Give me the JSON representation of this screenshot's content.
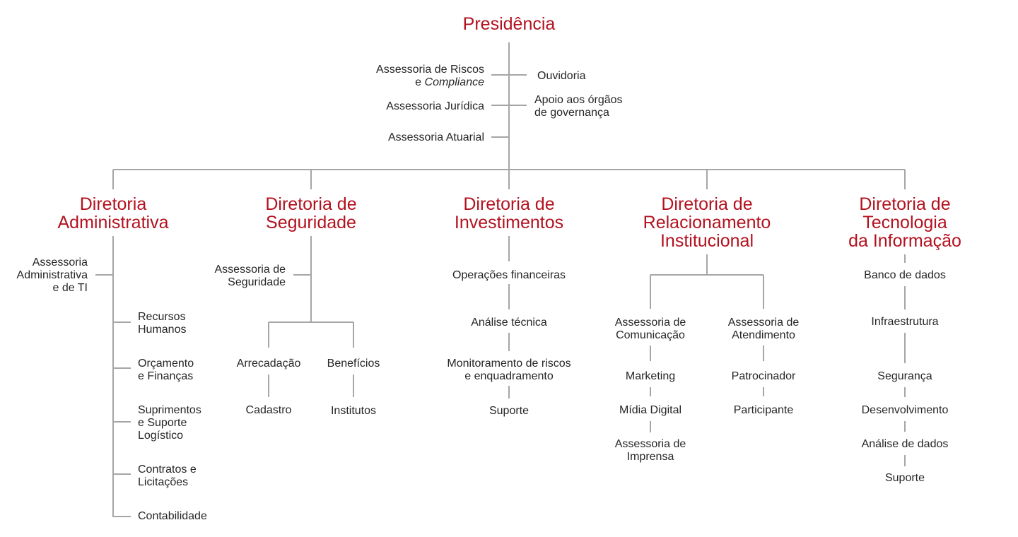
{
  "colors": {
    "title": "#b3121f",
    "text": "#262626",
    "line": "#a6a6a6",
    "background": "#ffffff"
  },
  "presidencia": {
    "title": "Presidência",
    "riscos": [
      "Assessoria de Riscos",
      "e ",
      "Compliance"
    ],
    "juridica": "Assessoria Jurídica",
    "atuarial": "Assessoria Atuarial",
    "ouvidoria": "Ouvidoria",
    "apoio": [
      "Apoio aos órgãos",
      "de governança"
    ]
  },
  "administrativa": {
    "title": [
      "Diretoria",
      "Administrativa"
    ],
    "assessoria": [
      "Assessoria",
      "Administrativa",
      "e de TI"
    ],
    "rh": [
      "Recursos",
      "Humanos"
    ],
    "orcamento": [
      "Orçamento",
      "e Finanças"
    ],
    "suprimentos": [
      "Suprimentos",
      "e Suporte",
      "Logístico"
    ],
    "contratos": [
      "Contratos e",
      "Licitações"
    ],
    "contabilidade": "Contabilidade"
  },
  "seguridade": {
    "title": [
      "Diretoria de",
      "Seguridade"
    ],
    "assessoria": [
      "Assessoria de",
      "Seguridade"
    ],
    "arrecadacao": "Arrecadação",
    "cadastro": "Cadastro",
    "beneficios": "Benefícios",
    "institutos": "Institutos"
  },
  "investimentos": {
    "title": [
      "Diretoria de",
      "Investimentos"
    ],
    "operacoes": "Operações financeiras",
    "analise": "Análise técnica",
    "monitoramento": [
      "Monitoramento de riscos",
      "e enquadramento"
    ],
    "suporte": "Suporte"
  },
  "relacionamento": {
    "title": [
      "Diretoria de",
      "Relacionamento",
      "Institucional"
    ],
    "comunicacao": [
      "Assessoria de",
      "Comunicação"
    ],
    "marketing": "Marketing",
    "midia": "Mídia Digital",
    "imprensa": [
      "Assessoria de",
      "Imprensa"
    ],
    "atendimento": [
      "Assessoria de",
      "Atendimento"
    ],
    "patrocinador": "Patrocinador",
    "participante": "Participante"
  },
  "tecnologia": {
    "title": [
      "Diretoria de",
      "Tecnologia",
      "da Informação"
    ],
    "banco": "Banco de dados",
    "infra": "Infraestrutura",
    "seguranca": "Segurança",
    "desenvolvimento": "Desenvolvimento",
    "analise_dados": "Análise de dados",
    "suporte": "Suporte"
  }
}
